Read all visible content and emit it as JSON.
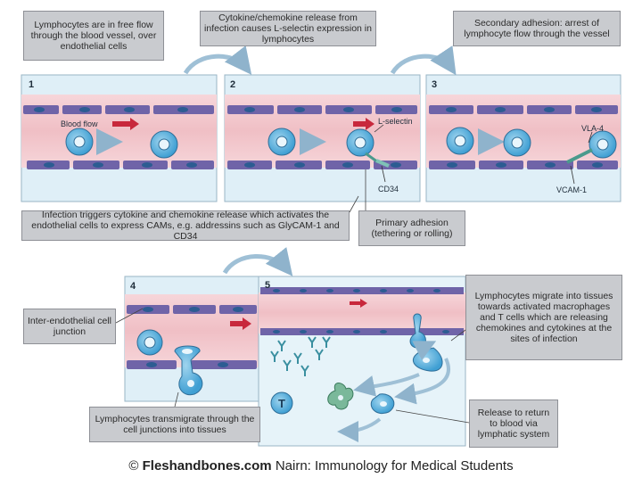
{
  "callouts": {
    "c1": "Lymphocytes are in free flow through the blood vessel, over endothelial cells",
    "c2": "Cytokine/chemokine release from infection causes L-selectin expression in lymphocytes",
    "c3": "Secondary adhesion: arrest of lymphocyte flow through the vessel",
    "c4": "Infection triggers cytokine and chemokine release which activates the endothelial cells to express CAMs, e.g. addressins such as GlyCAM-1 and CD34",
    "c5": "Primary adhesion (tethering or rolling)",
    "c6": "Inter-endothelial cell junction",
    "c7": "Lymphocytes migrate into tissues towards activated macrophages and T cells which are releasing chemokines and cytokines at the sites of infection",
    "c8": "Lymphocytes transmigrate through the cell junctions into tissues",
    "c9": "Release to return to blood via lymphatic system"
  },
  "panels": {
    "p1": "1",
    "p2": "2",
    "p3": "3",
    "p4": "4",
    "p5": "5"
  },
  "labels": {
    "blood_flow": "Blood flow",
    "l_selectin": "L-selectin",
    "cd34": "CD34",
    "vla4": "VLA-4",
    "vcam1": "VCAM-1",
    "t_cell": "T"
  },
  "footer": {
    "copyright": "©",
    "brand": "Fleshandbones.com",
    "source": "Nairn: Immunology for Medical Students"
  },
  "colors": {
    "vessel": "#f3c9ce",
    "panel_bg": "#dfeff7",
    "endothelium": "#6f64a8",
    "nucleus": "#2c5c92",
    "lymphocyte": "#3f9fd3",
    "flow_arrow": "#c8283c",
    "callout": "#c9cbcf"
  }
}
